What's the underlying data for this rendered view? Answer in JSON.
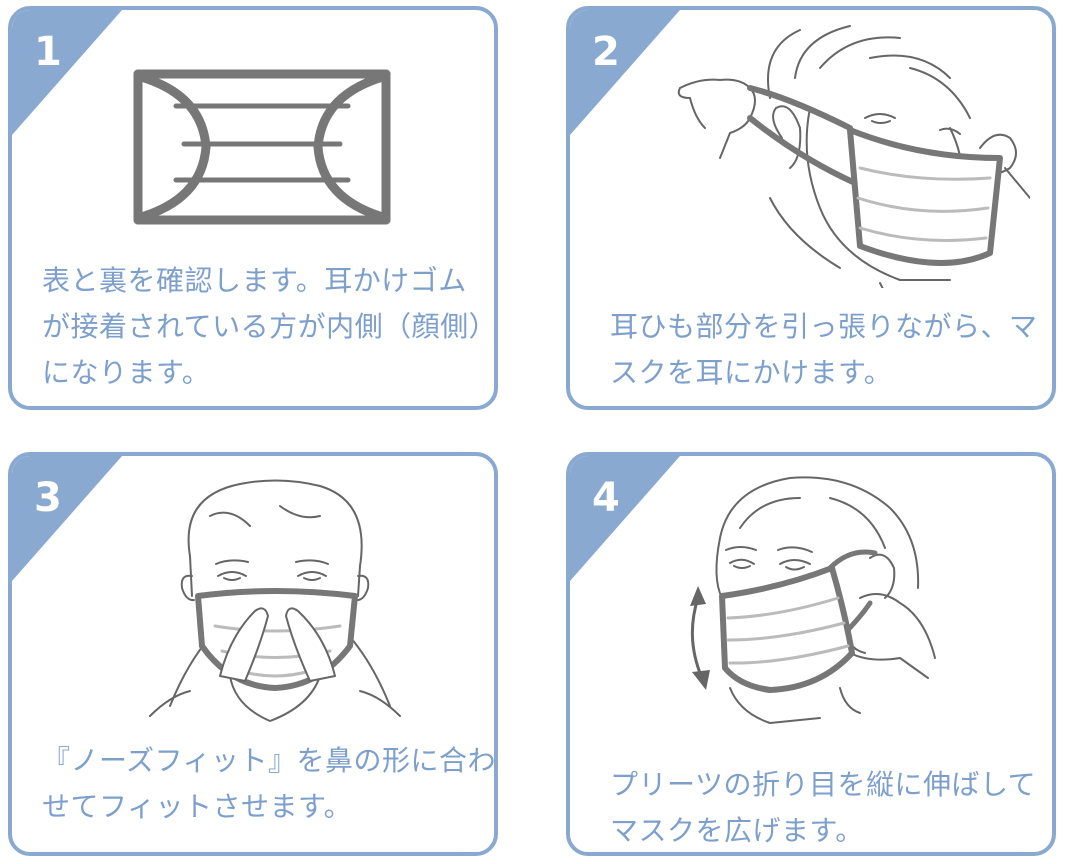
{
  "colors": {
    "accent": "#89a9d1",
    "caption": "#7d9fcc",
    "line": "#777777"
  },
  "steps": [
    {
      "number": "1",
      "lines": [
        "表と裏を確認します。耳かけゴム",
        "が接着されている方が内側（顔側）",
        "になります。"
      ]
    },
    {
      "number": "2",
      "lines": [
        "耳ひも部分を引っ張りながら、マ",
        "スクを耳にかけます。"
      ]
    },
    {
      "number": "3",
      "lines": [
        "『ノーズフィット』を鼻の形に合わ",
        "せてフィットさせます。"
      ]
    },
    {
      "number": "4",
      "lines": [
        "プリーツの折り目を縦に伸ばして",
        "マスクを広げます。"
      ]
    }
  ]
}
